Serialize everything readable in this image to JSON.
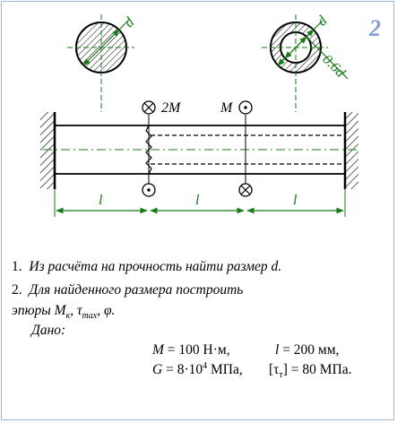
{
  "problem_number": "2",
  "labels": {
    "d_left": "d",
    "d_right": "d",
    "inner_d": "0.6d",
    "moment_2M": "2M",
    "moment_M": "M",
    "l1": "l",
    "l2": "l",
    "l3": "l"
  },
  "tasks": {
    "t1_num": "1.",
    "t1_text": "Из расчёта на прочность найти размер d.",
    "t2_num": "2.",
    "t2_text": "Для найденного размера построить",
    "t2_line2_prefix": "эпюры M",
    "t2_line2_sub1": "к",
    "t2_line2_sep1": ", τ",
    "t2_line2_sub2": "max",
    "t2_line2_end": ", φ.",
    "given": "Дано:"
  },
  "given": {
    "m_sym": "M",
    "m_val": " = 100 Н·м,",
    "l_sym": "l",
    "l_val": " = 200 мм,",
    "g_sym": "G",
    "g_val_a": " = 8·10",
    "g_exp": "4",
    "g_val_b": " МПа,",
    "tau_open": "[τ",
    "tau_sub": "т",
    "tau_val": "] = 80 МПа."
  },
  "colors": {
    "dimension": "#1a7a1a",
    "accent": "#7f9fce"
  }
}
